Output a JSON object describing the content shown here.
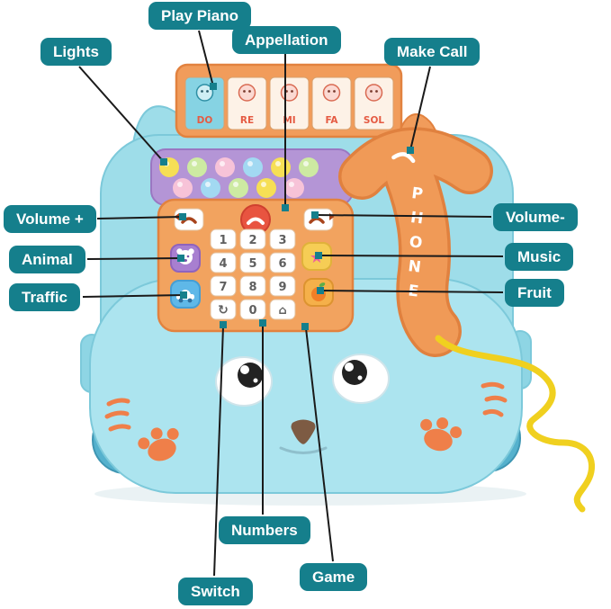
{
  "labels": {
    "lights": "Lights",
    "play_piano": "Play Piano",
    "appellation": "Appellation",
    "make_call": "Make Call",
    "volume_plus": "Volume +",
    "volume_minus": "Volume-",
    "animal": "Animal",
    "music": "Music",
    "traffic": "Traffic",
    "fruit": "Fruit",
    "numbers": "Numbers",
    "switch": "Switch",
    "game": "Game"
  },
  "toy": {
    "piano": {
      "notes": [
        "DO",
        "RE",
        "MI",
        "FA",
        "SOL"
      ]
    },
    "handset": {
      "text": "PHONE",
      "letters": [
        "P",
        "H",
        "O",
        "N",
        "E"
      ]
    },
    "keypad": {
      "numbers": [
        "1",
        "2",
        "3",
        "4",
        "5",
        "6",
        "7",
        "8",
        "9",
        "0"
      ]
    }
  },
  "icons": {
    "switch": "↻",
    "game": "⌂",
    "star": "★"
  },
  "colors": {
    "label_background": "#157f8c",
    "label_text": "#ffffff",
    "annotation_line": "#1a1a1a",
    "target_marker": "#157f8c",
    "body_blue": "#9edde9",
    "face_blue": "#ace4ef",
    "panel_orange": "#f19c5b",
    "lights_panel_purple": "#b495d6",
    "call_button_red": "#e85440",
    "animal_button_purple": "#a87fd0",
    "traffic_button_blue": "#5fb8e8",
    "music_button_yellow": "#f6cd55",
    "fruit_button_orange": "#f5b04a",
    "handset_orange": "#f09a57",
    "cord_yellow": "#f0d01f",
    "paw_orange": "#ef7f49"
  }
}
